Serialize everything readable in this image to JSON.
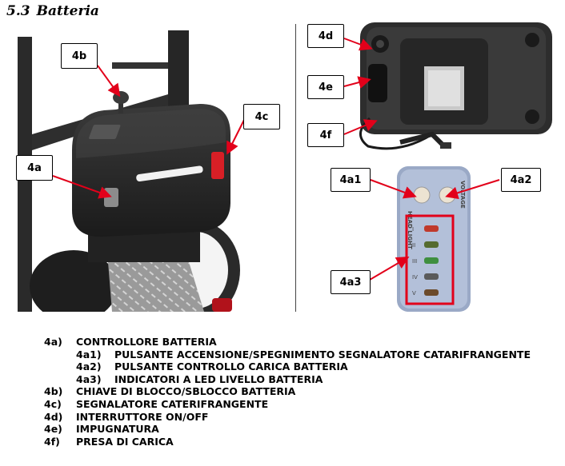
{
  "section": {
    "number": "5.3",
    "title": "Batteria"
  },
  "callouts": {
    "c4a": "4a",
    "c4b": "4b",
    "c4c": "4c",
    "c4d": "4d",
    "c4e": "4e",
    "c4f": "4f",
    "c4a1": "4a1",
    "c4a2": "4a2",
    "c4a3": "4a3"
  },
  "panel_labels": {
    "head_light": "HEAD LIGHT",
    "voltage": "VOLTAGE",
    "levels": [
      "I",
      "II",
      "III",
      "IV",
      "V"
    ]
  },
  "legend": [
    {
      "code": "4a)",
      "text": "CONTROLLORE BATTERIA",
      "sub": [
        {
          "code": "4a1)",
          "text": "PULSANTE ACCENSIONE/SPEGNIMENTO SEGNALATORE CATARIFRANGENTE"
        },
        {
          "code": "4a2)",
          "text": "PULSANTE CONTROLLO CARICA BATTERIA"
        },
        {
          "code": "4a3)",
          "text": "INDICATORI A LED LIVELLO BATTERIA"
        }
      ]
    },
    {
      "code": "4b)",
      "text": "CHIAVE DI BLOCCO/SBLOCCO BATTERIA"
    },
    {
      "code": "4c)",
      "text": "SEGNALATORE CATERIFRANGENTE"
    },
    {
      "code": "4d)",
      "text": "INTERRUTTORE ON/OFF"
    },
    {
      "code": "4e)",
      "text": "IMPUGNATURA"
    },
    {
      "code": "4f)",
      "text": "PRESA DI CARICA"
    }
  ]
}
